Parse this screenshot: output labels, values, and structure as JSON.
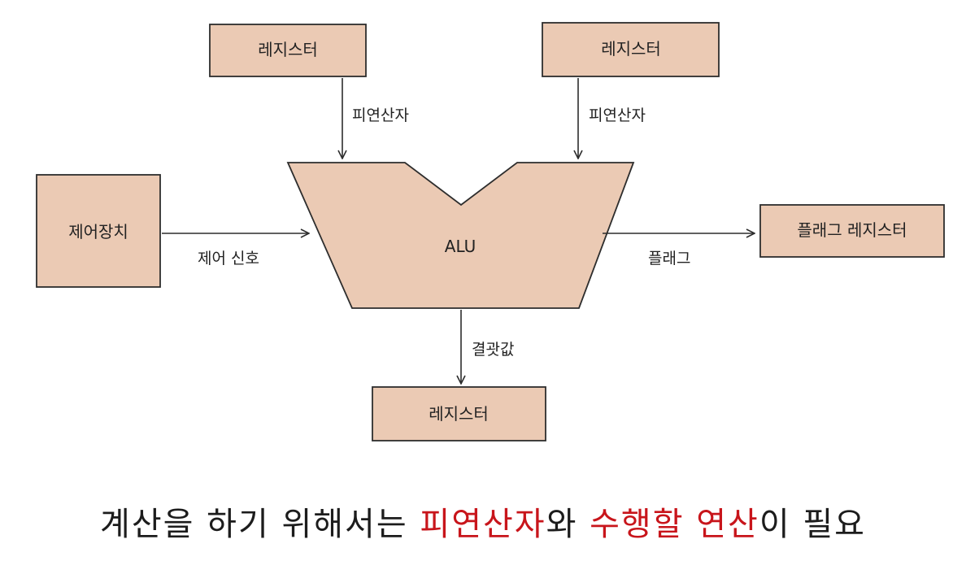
{
  "diagram": {
    "nodes": {
      "register_left": "레지스터",
      "register_right": "레지스터",
      "control_unit": "제어장치",
      "alu": "ALU",
      "flag_register": "플래그 레지스터",
      "register_bottom": "레지스터"
    },
    "edges": {
      "operand_left": "피연산자",
      "operand_right": "피연산자",
      "control_signal": "제어 신호",
      "flag": "플래그",
      "result": "결괏값"
    },
    "colors": {
      "box_fill": "#ebcab4",
      "stroke": "#2d2d2d"
    }
  },
  "subtitle": {
    "part1": "계산을 하기 위해서는 ",
    "highlight1": "피연산자",
    "part2": "와 ",
    "highlight2": "수행할 연산",
    "part3": "이 필요",
    "highlight_color": "#c8151b"
  }
}
